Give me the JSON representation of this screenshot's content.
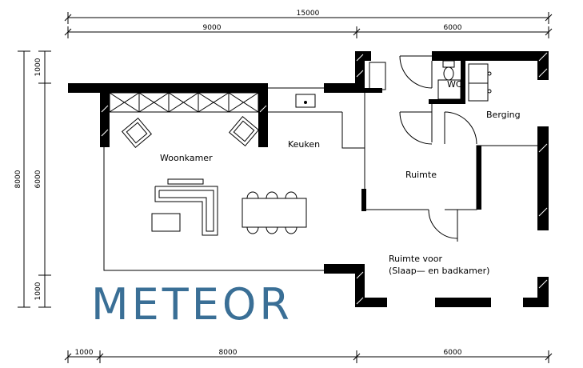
{
  "dimensions": {
    "top_total": "15000",
    "top_left": "9000",
    "top_right": "6000",
    "left_total": "8000",
    "left_top": "1000",
    "left_middle": "6000",
    "left_bottom": "1000",
    "bottom_left": "1000",
    "bottom_middle": "8000",
    "bottom_right": "6000"
  },
  "rooms": {
    "woonkamer": "Woonkamer",
    "keuken": "Keuken",
    "ruimte": "Ruimte",
    "wc": "WC",
    "berging": "Berging",
    "ruimte_voor_1": "Ruimte voor",
    "ruimte_voor_2": "(Slaap— en badkamer)"
  },
  "logo": {
    "text": "METEOR",
    "color": "#3a6f96"
  }
}
